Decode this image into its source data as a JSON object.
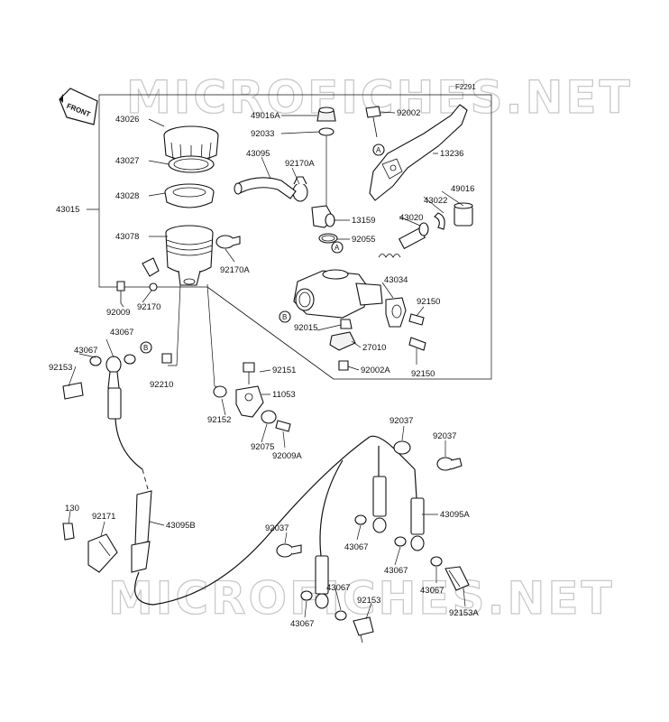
{
  "diagram": {
    "figure_code": "F2291",
    "watermark_top": "MICROFICHES.NET",
    "watermark_bottom": "MICROFICHES.NET",
    "front_label": "FRONT",
    "callouts": {
      "a": "A",
      "b": "B"
    },
    "part_labels": {
      "p43026": "43026",
      "p43027": "43027",
      "p43028": "43028",
      "p43015": "43015",
      "p43078": "43078",
      "p92009": "92009",
      "p92170": "92170",
      "p49016a": "49016A",
      "p92033": "92033",
      "p43095": "43095",
      "p92170a_1": "92170A",
      "p92170a_2": "92170A",
      "p92002": "92002",
      "p13236": "13236",
      "p49016": "49016",
      "p43022": "43022",
      "p43020": "43020",
      "p13159": "13159",
      "p92055": "92055",
      "p43034": "43034",
      "p92150_1": "92150",
      "p92150_2": "92150",
      "p92015": "92015",
      "p27010": "27010",
      "p92002a": "92002A",
      "p43067_1": "43067",
      "p43067_2": "43067",
      "p92153_1": "92153",
      "p92210": "92210",
      "p92151": "92151",
      "p11053": "11053",
      "p92152": "92152",
      "p92075": "92075",
      "p92009a": "92009A",
      "p92037_1": "92037",
      "p92037_2": "92037",
      "p92037_3": "92037",
      "p43095a": "43095A",
      "p130": "130",
      "p92171": "92171",
      "p43095b": "43095B",
      "p43067_3": "43067",
      "p43067_4": "43067",
      "p43067_5": "43067",
      "p43067_6": "43067",
      "p43067_7": "43067",
      "p92153_2": "92153",
      "p92153a": "92153A"
    }
  }
}
